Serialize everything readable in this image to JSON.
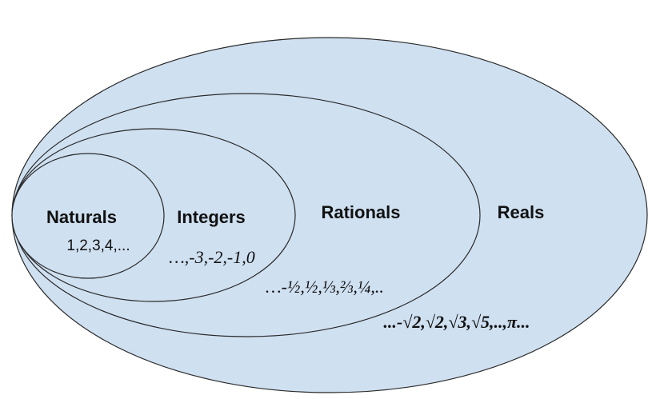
{
  "sets": [
    {
      "name": "Reals",
      "examples": "...-√2,√2,√3,√5,..,π..."
    },
    {
      "name": "Rationals",
      "examples": "…-½,½,⅓,⅔,¼,.."
    },
    {
      "name": "Integers",
      "examples": "…,-3,-2,-1,0"
    },
    {
      "name": "Naturals",
      "examples": "1,2,3,4,..."
    }
  ],
  "colors": {
    "fill": "#cfe0f1",
    "stroke": "#2a2a2a",
    "text": "#111111"
  }
}
